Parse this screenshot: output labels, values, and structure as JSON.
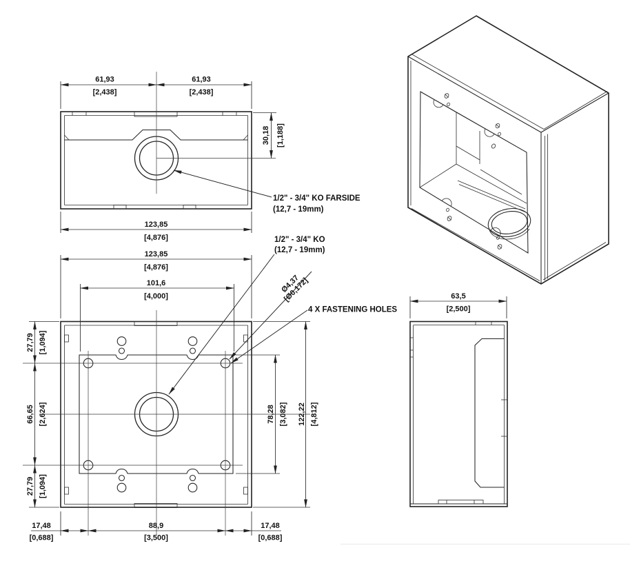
{
  "drawing": {
    "dims": {
      "tv_half_left": {
        "mm": "61,93",
        "in": "[2,438]"
      },
      "tv_half_right": {
        "mm": "61,93",
        "in": "[2,438]"
      },
      "tv_ko_depth": {
        "mm": "30,18",
        "in": "[1,188]"
      },
      "tv_width": {
        "mm": "123,85",
        "in": "[4,876]"
      },
      "fv_width": {
        "mm": "123,85",
        "in": "[4,876]"
      },
      "fv_plate_width": {
        "mm": "101,6",
        "in": "[4,000]"
      },
      "fv_top_offset": {
        "mm": "27,79",
        "in": "[1,094]"
      },
      "fv_hole_span_v": {
        "mm": "66,65",
        "in": "[2,624]"
      },
      "fv_bottom_offset": {
        "mm": "27,79",
        "in": "[1,094]"
      },
      "fv_tab_span": {
        "mm": "78,28",
        "in": "[3,082]"
      },
      "fv_height": {
        "mm": "122,22",
        "in": "[4,812]"
      },
      "fv_left_margin": {
        "mm": "17,48",
        "in": "[0,688]"
      },
      "fv_hole_span_h": {
        "mm": "88,9",
        "in": "[3,500]"
      },
      "fv_right_margin": {
        "mm": "17,48",
        "in": "[0,688]"
      },
      "sv_depth": {
        "mm": "63,5",
        "in": "[2,500]"
      },
      "hole_dia": {
        "mm": "Ø4,37",
        "in": "[Ø0,172]"
      }
    },
    "callouts": {
      "ko_farside_line1": "1/2\" - 3/4\" KO FARSIDE",
      "ko_farside_line2": "(12,7 - 19mm)",
      "ko_line1": "1/2\" - 3/4\" KO",
      "ko_line2": "(12,7 - 19mm)",
      "fastening_holes": "4 X FASTENING HOLES"
    },
    "colors": {
      "line": "#222222",
      "background": "#ffffff"
    }
  }
}
